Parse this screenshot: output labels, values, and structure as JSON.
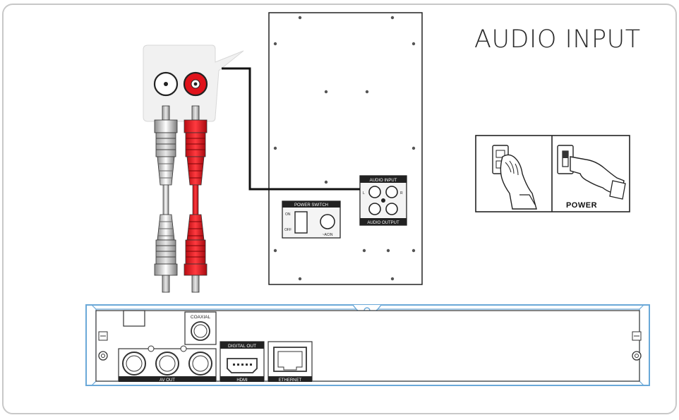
{
  "title": "AUDIO INPUT",
  "subwoofer": {
    "audio_input_label": "AUDIO INPUT",
    "audio_output_label": "AUDIO OUTPUT",
    "power_switch_label": "POWER SWITCH",
    "on_label": "ON",
    "off_label": "OFF",
    "acin_label": "~ACIN",
    "left_mark": "L",
    "right_mark": "R"
  },
  "player": {
    "coaxial_label": "COAXIAL",
    "digital_out_label": "DIGITAL OUT",
    "av_out_label": "AV OUT",
    "hdmi_label": "HDMI",
    "ethernet_label": "ETHERNET"
  },
  "power_step": {
    "power_label": "POWER"
  },
  "colors": {
    "cable_red": "#e0131b",
    "cable_white": "#f2f2f2",
    "panel_blue": "#6aa8d8",
    "line": "#111111"
  }
}
